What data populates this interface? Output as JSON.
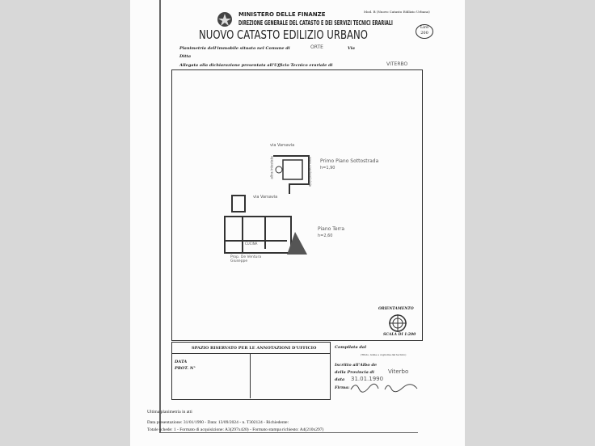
{
  "header": {
    "ministry": "MINISTERO DELLE FINANZE",
    "direction": "DIREZIONE GENERALE DEL CATASTO E DEI SERVIZI TECNICI ERARIALI",
    "title": "NUOVO CATASTO EDILIZIO URBANO",
    "model": "Mod. B (Nuovo Catasto Edilizio Urbano)",
    "stamp_value": "Lire 200",
    "line1_label": "Planimetria dell'immobile situato nel Comune di",
    "line1_value": "ORTE",
    "line1_via": "Via",
    "line2_label": "Ditta",
    "line3_label": "Allegata alla dichiarazione presentata all'Ufficio Tecnico erariale di",
    "line3_value": "VITERBO"
  },
  "plan": {
    "upper_street": "via Varsavia",
    "upper_floor": "Primo Piano Sottostrada",
    "upper_height": "h=1,90",
    "lower_street": "via Varsavia",
    "lower_floor": "Piano Terra",
    "lower_height": "h=2,60",
    "kitchen": "CUCINA",
    "owner": "Prop. De Ventura Giuseppe",
    "side_left": "altra intestata",
    "side_right": "area condominiale",
    "orientation": "ORIENTAMENTO",
    "scale": "SCALA DI 1:200"
  },
  "office": {
    "reserved": "SPAZIO RISERVATO PER LE ANNOTAZIONI D'UFFICIO",
    "data_label": "DATA",
    "prot_label": "PROT. N°",
    "compiled": "Compilata dal",
    "compiled_note": "(Titolo, nome e cognome del tecnico)",
    "registered": "Iscritto all'Albo de",
    "province": "della Provincia di",
    "province_value": "Viterbo",
    "date_label": "data",
    "date_value": "31.01.1990",
    "signature_label": "Firma:"
  },
  "footer": {
    "last_plan": "Ultima planimetria in atti",
    "line1": "Data presentazione: 31/01/1990 - Data: 13/09/2024 - n. T302124 - Richiedente:",
    "line2": "Totale schede: 1 - Formato di acquisizione: A3(297x420) - Formato stampa richiesto: A4(210x297)"
  }
}
